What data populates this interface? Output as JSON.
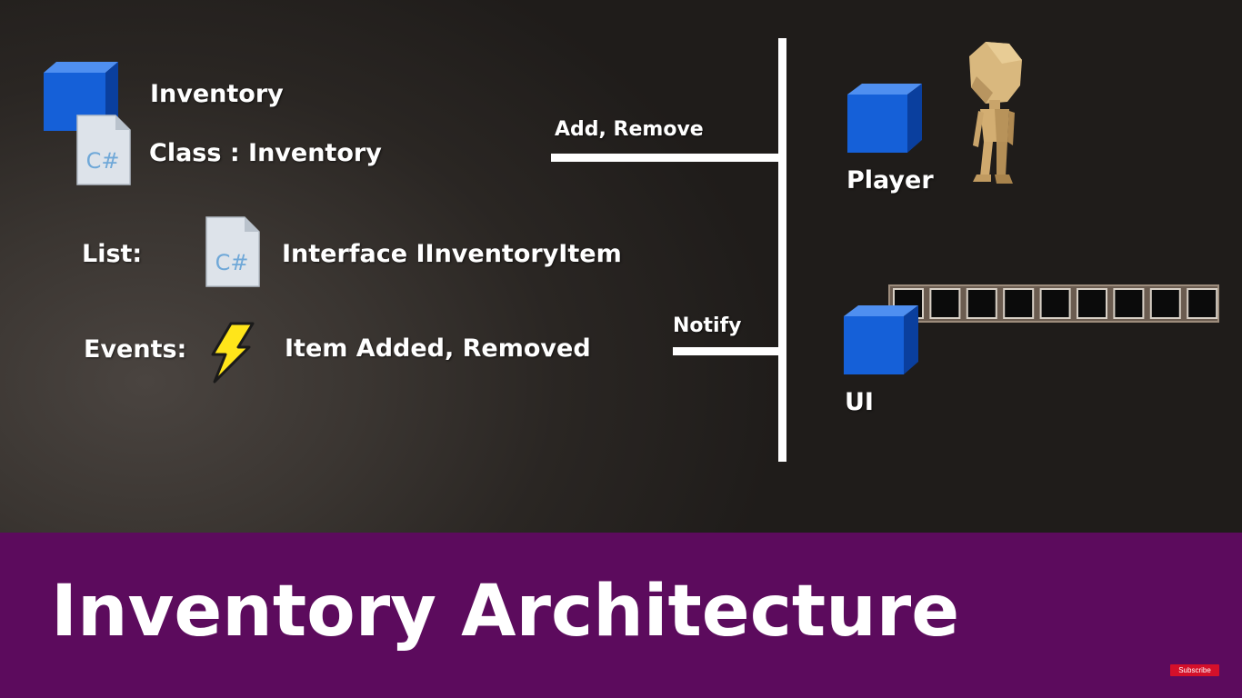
{
  "diagram": {
    "inventory_label": "Inventory",
    "class_label": "Class : Inventory",
    "list_label": "List:",
    "interface_label": "Interface IInventoryItem",
    "events_label": "Events:",
    "events_value": "Item Added, Removed",
    "add_remove_label": "Add, Remove",
    "notify_label": "Notify",
    "player_label": "Player",
    "ui_label": "UI",
    "cs_icon_text": "C#",
    "slot_count": 9
  },
  "banner": {
    "title": "Inventory Architecture",
    "subscribe_label": "Subscribe"
  },
  "colors": {
    "cube_blue": "#1560d8",
    "banner_purple": "#5c0b5d",
    "subscribe_red": "#d4102a",
    "lightning_yellow": "#ffe51a"
  },
  "icons": [
    "blue-cube-icon",
    "csharp-file-icon",
    "lightning-icon",
    "character-figure-icon",
    "inventory-slot-icon"
  ]
}
